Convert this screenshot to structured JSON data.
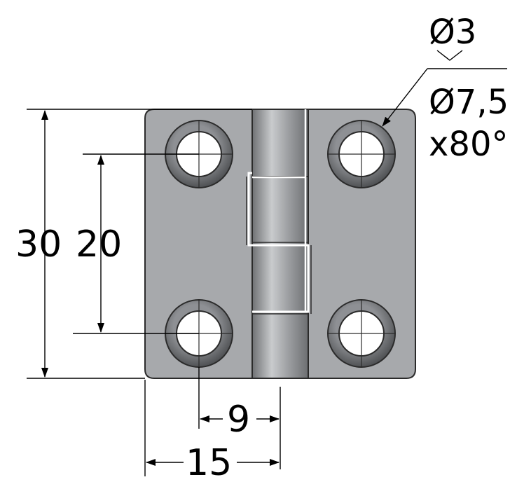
{
  "dimensions": {
    "overall_height": "30",
    "hole_spacing": "20",
    "hole_offset": "9",
    "leaf_width": "15"
  },
  "hole_callout": {
    "hole_diameter": "Ø3",
    "countersink_diameter": "Ø7,5",
    "countersink_angle": "x80°"
  },
  "colors": {
    "leaf_fill": "#a7a9ac",
    "leaf_edge": "#2b2b2b",
    "knuckle_dark": "#7d7f82",
    "knuckle_light": "#c4c6c8",
    "line": "#000000"
  }
}
